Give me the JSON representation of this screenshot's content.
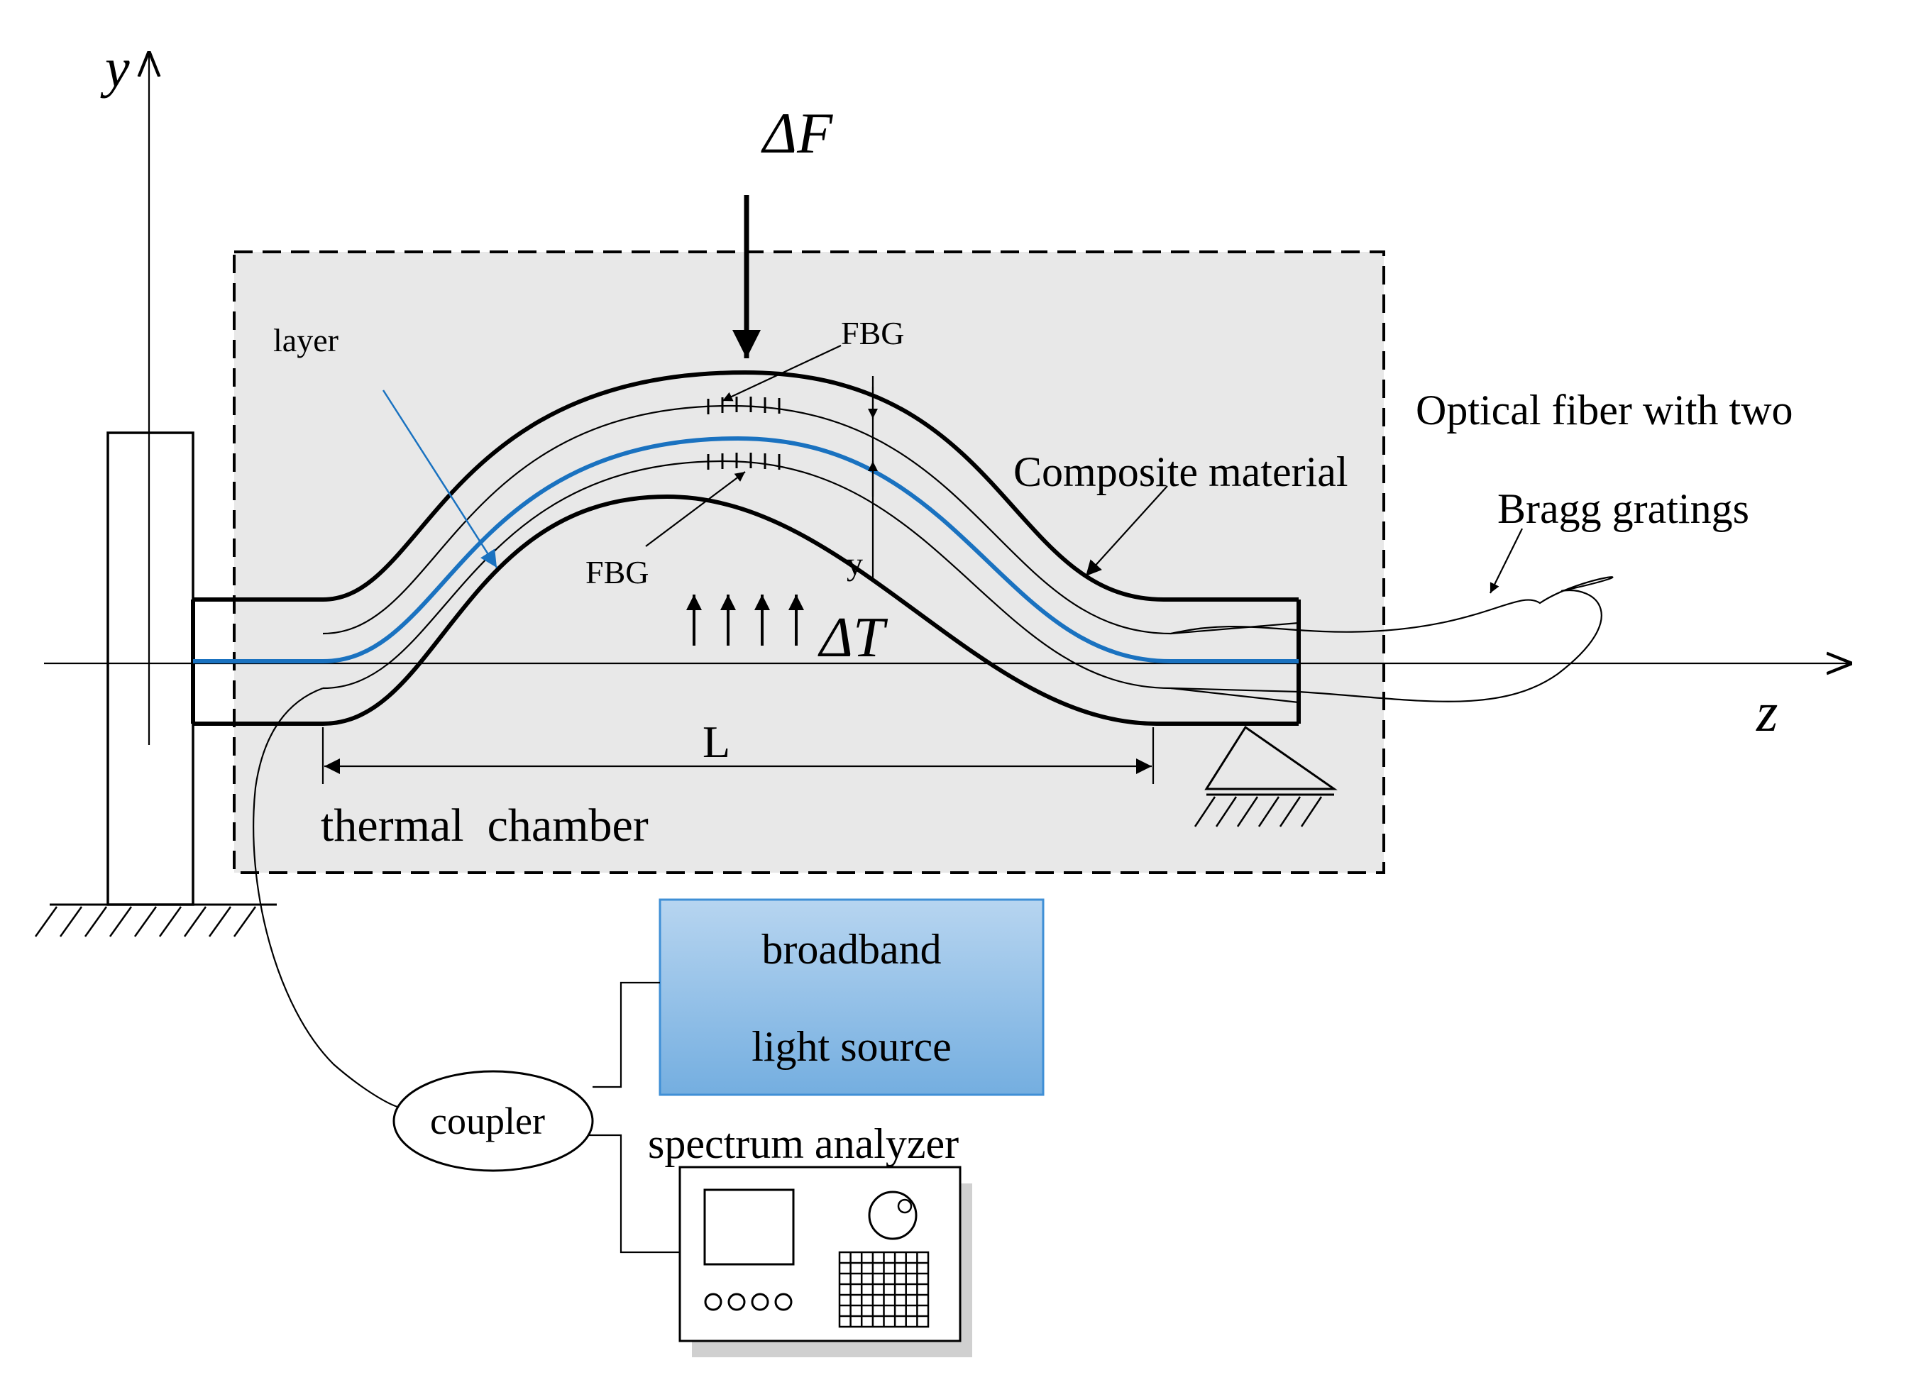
{
  "labels": {
    "y_axis": "y",
    "z_axis": "z",
    "force": "ΔF",
    "temperature": "ΔT",
    "layer": "layer",
    "fbg_top": "FBG",
    "fbg_bottom": "FBG",
    "y_offset": "y",
    "length": "L",
    "chamber": "thermal  chamber",
    "composite": "Composite material",
    "fiber_line1": "Optical fiber with two",
    "fiber_line2": "Bragg gratings",
    "light_line1": "broadband",
    "light_line2": "light source",
    "coupler": "coupler",
    "analyzer": "spectrum analyzer"
  },
  "colors": {
    "chamber_fill": "#e8e8e8",
    "fiber_blue": "#1a72c0",
    "source_top": "#b7d5f0",
    "source_bottom": "#74aee0",
    "source_border": "#3f8fd6"
  }
}
